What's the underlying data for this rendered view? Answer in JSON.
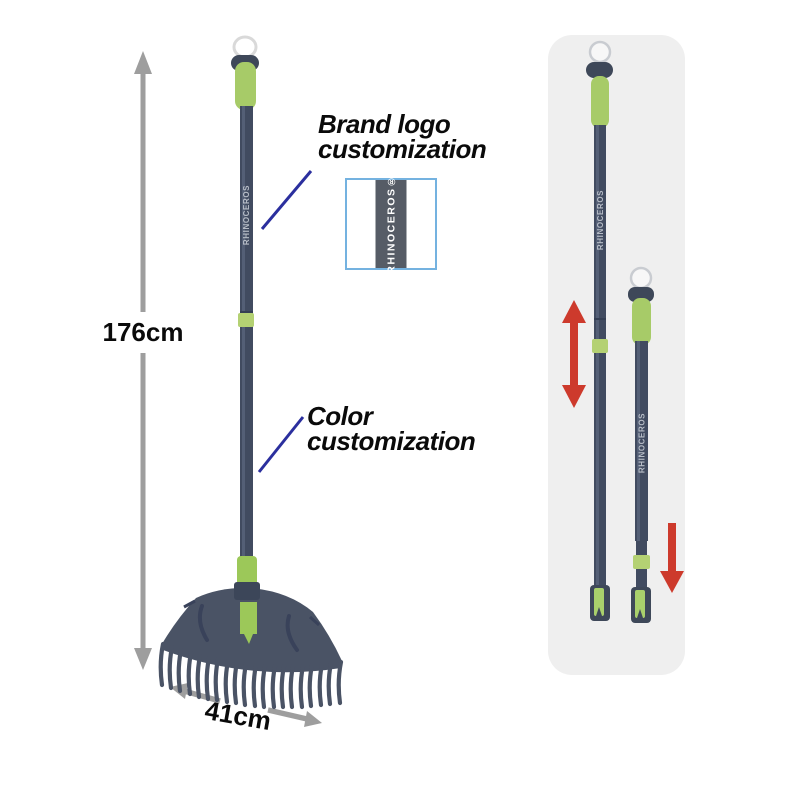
{
  "dimensions": {
    "height_label": "176cm",
    "width_label": "41cm"
  },
  "annotations": {
    "brand_logo": "Brand logo\ncustomization",
    "color": "Color\ncustomization"
  },
  "logo_box": {
    "brand_text": "RHINOCEROS®"
  },
  "product": {
    "shaft_brand_text": "RHINOCEROS"
  },
  "icons": {
    "height_arrow": "↕",
    "width_arrow": "↔",
    "extend_arrow": "↕",
    "retract_arrow": "↓"
  },
  "colors": {
    "pole_navy": "#414b60",
    "grip_green": "#a7cb68",
    "band_green": "#b4d173",
    "connector_green": "#9cc859",
    "head_slate": "#4a5365",
    "red_arrow": "#cd3a2c",
    "gray_arrow": "#9e9e9e",
    "pointer_blue": "#2b2f9e",
    "panel_gray": "#efefef",
    "logo_strip_gray": "#565c66",
    "logo_box_border": "#74b2e0"
  }
}
